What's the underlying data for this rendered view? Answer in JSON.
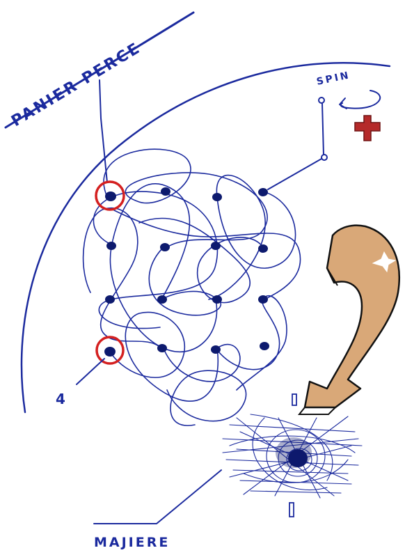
{
  "labels": {
    "panier_perce": "PANIER PERCE",
    "spin": "SPIN",
    "four": "4",
    "matiere": "MAJIERE"
  },
  "colors": {
    "ink": "#1b2a9e",
    "highlight_ring": "#d42020",
    "cross": "#b52a2a",
    "arrow_fill": "#d9a878"
  },
  "icons": {
    "spin_symbol": "plus-icon",
    "arrow": "curved-arrow-icon"
  }
}
